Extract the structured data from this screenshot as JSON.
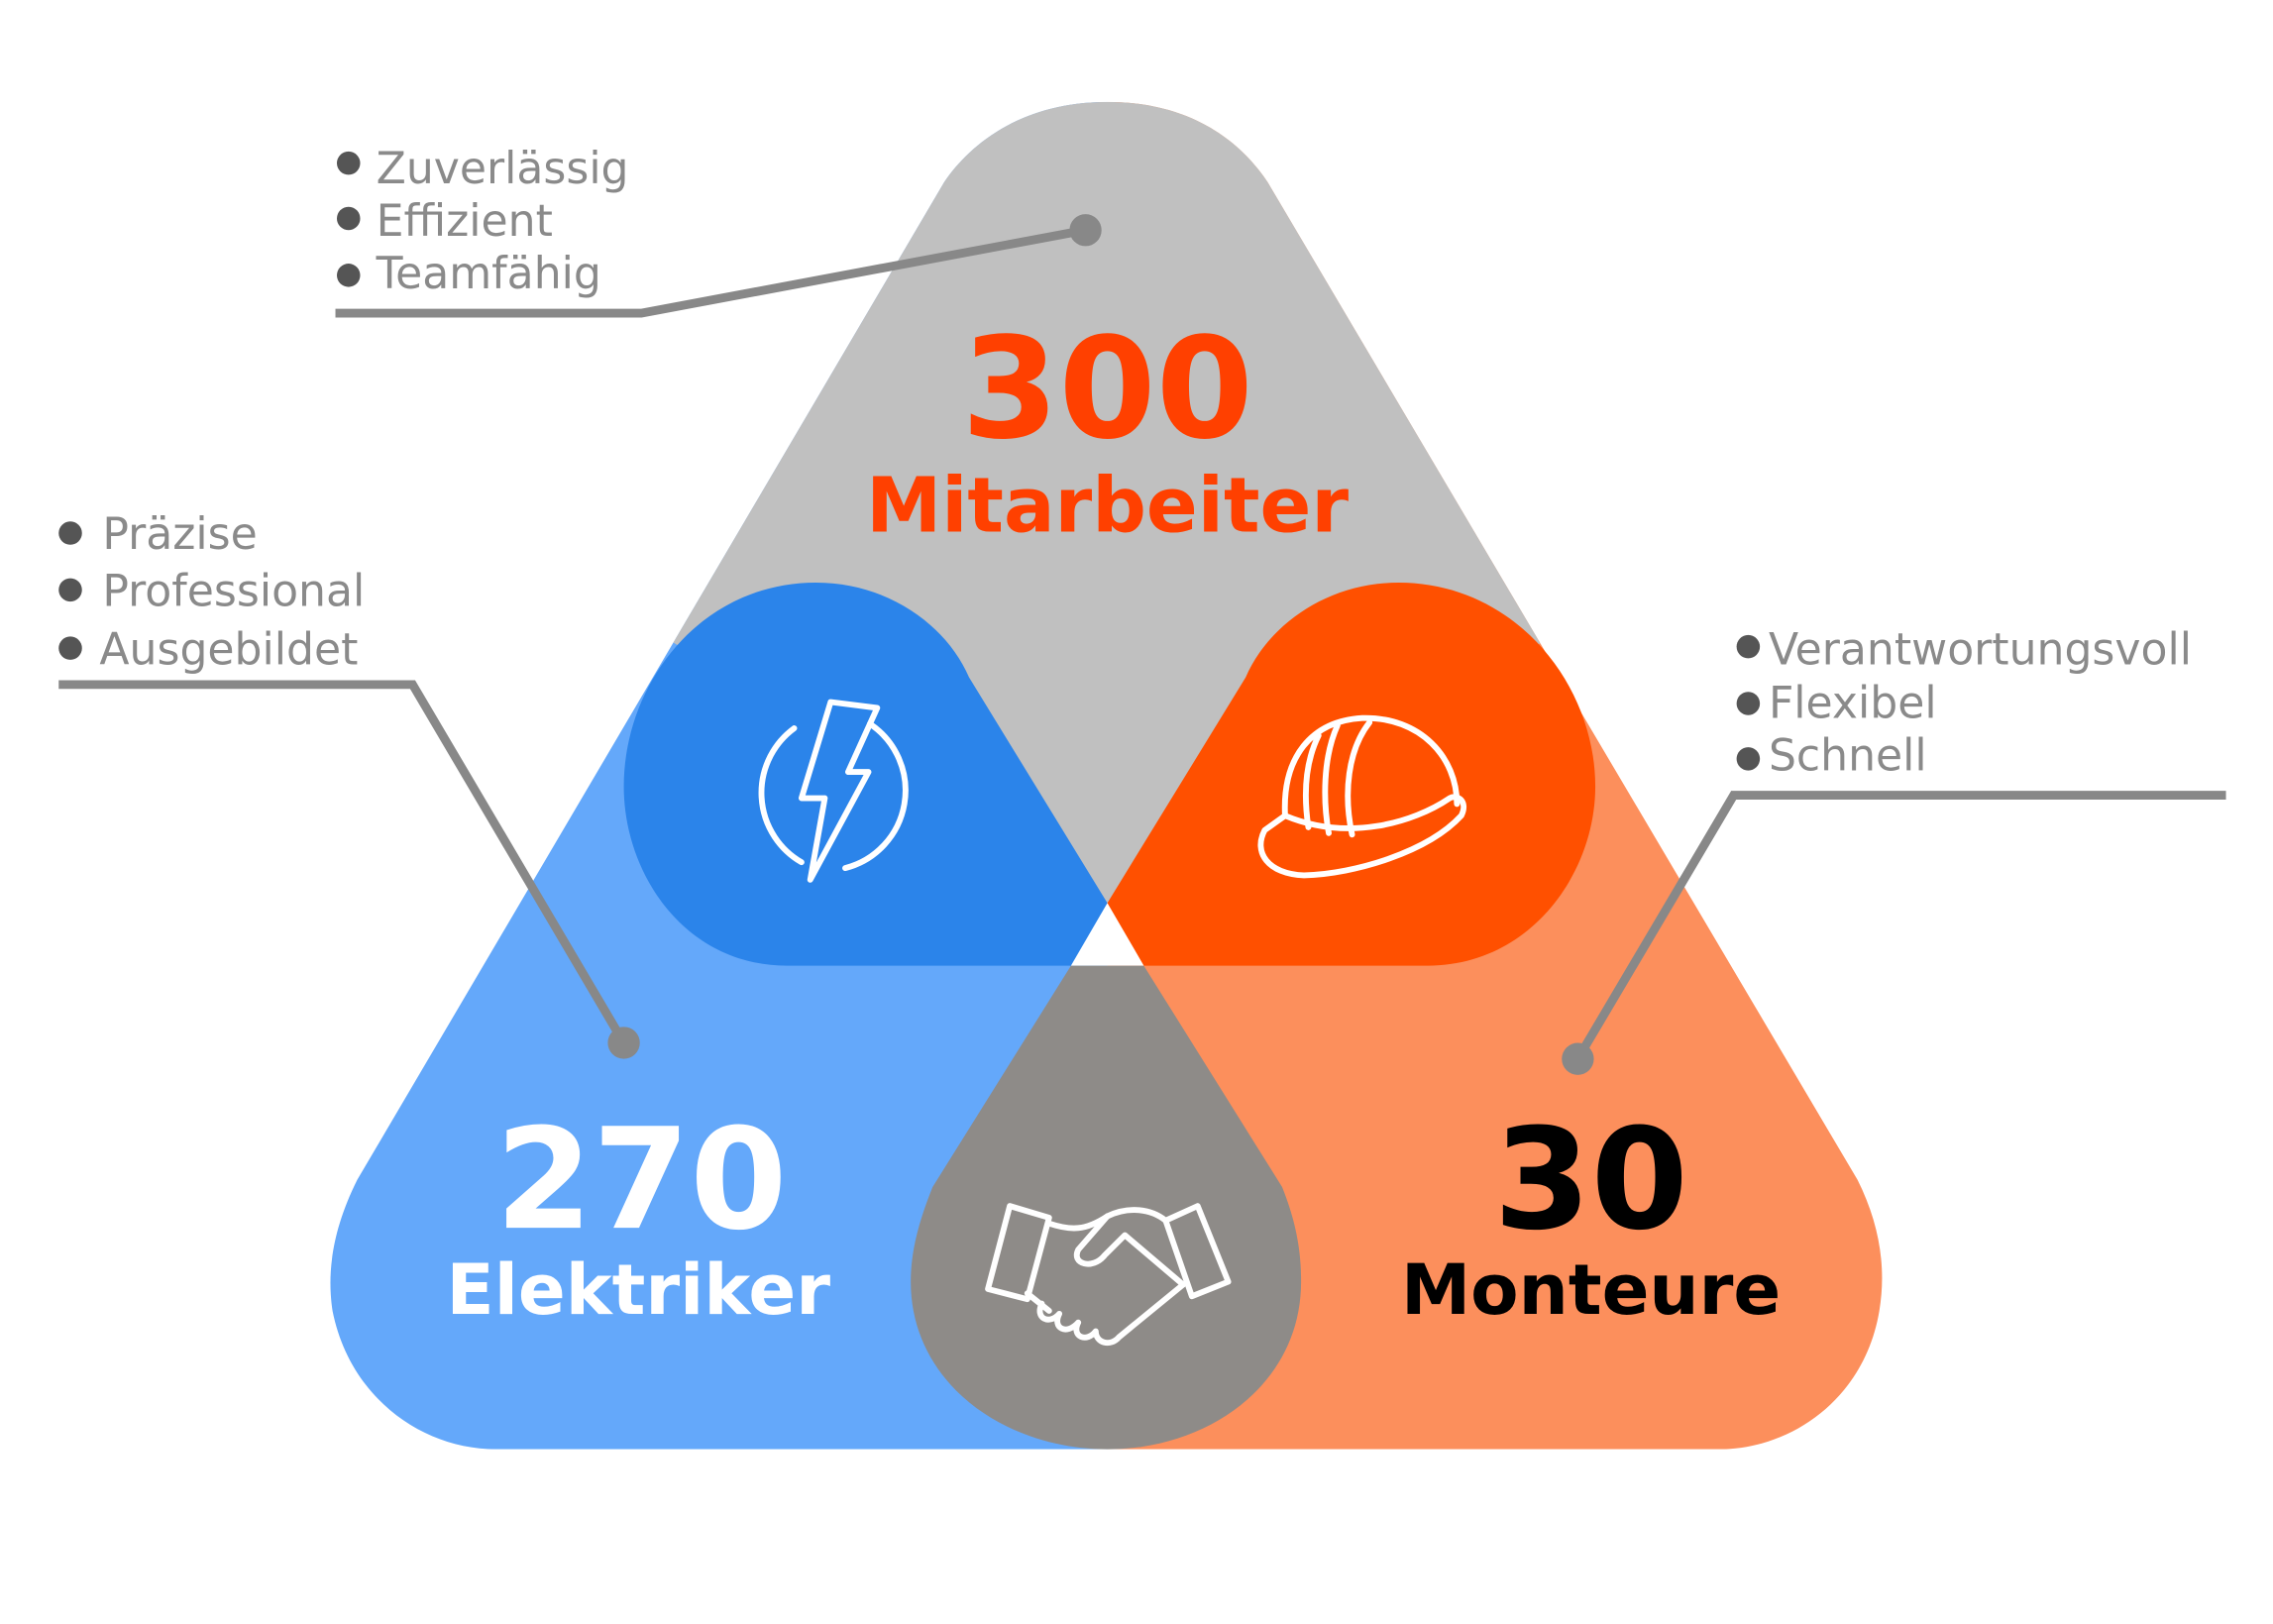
{
  "segments": {
    "top": {
      "number": "300",
      "label": "Mitarbeiter",
      "icon": "",
      "traits": [
        "Zuverlässig",
        "Effizient",
        "Teamfähig"
      ]
    },
    "left": {
      "number": "270",
      "label": "Elektriker",
      "icon": "lightning-icon",
      "traits": [
        "Präzise",
        "Professional",
        "Ausgebildet"
      ]
    },
    "right": {
      "number": "30",
      "label": "Monteure",
      "icon": "hard-hat-icon",
      "traits": [
        "Verantwortungsvoll",
        "Flexibel",
        "Schnell"
      ]
    },
    "center_icon": "handshake-icon"
  },
  "colors": {
    "gray_top": "#c0c0c0",
    "light_blue": "#64a8fa",
    "light_orange": "#fc8f5c",
    "dark_blue": "#2b84ea",
    "dark_orange": "#ff5000",
    "center_gray": "#8e8b88",
    "accent_text": "#ff4000",
    "connector": "#888888"
  }
}
